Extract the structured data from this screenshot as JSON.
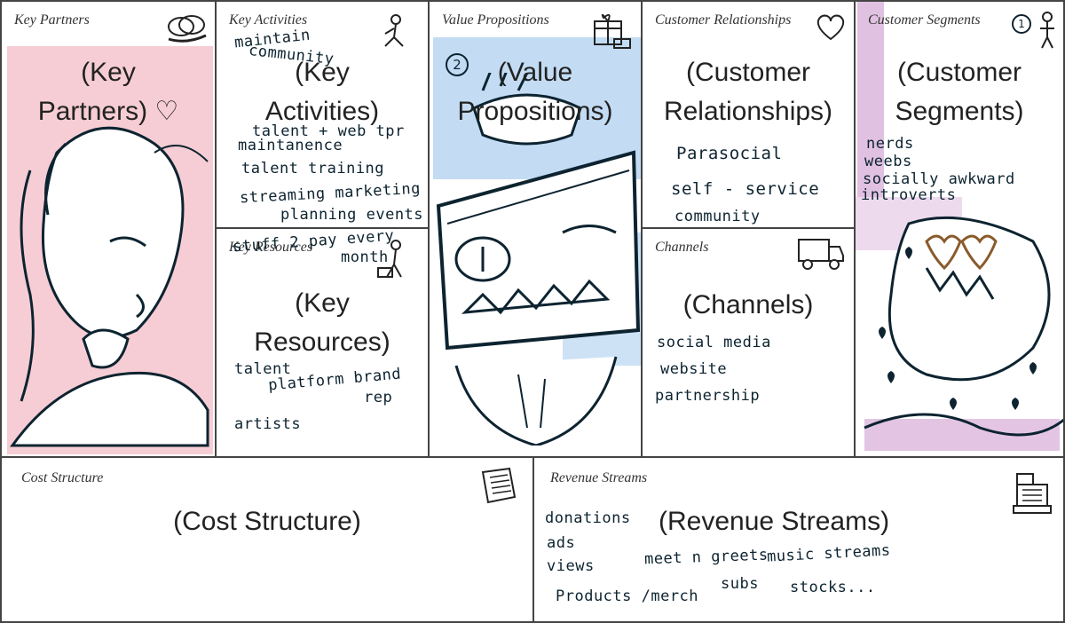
{
  "canvas": {
    "key_partners": {
      "header": "Key Partners",
      "placeholder_line1": "(Key",
      "placeholder_line2": "Partners)",
      "heart": "♡"
    },
    "key_activities": {
      "header": "Key Activities",
      "placeholder_line1": "(Key",
      "placeholder_line2": "Activities)",
      "notes": [
        "maintain",
        "community",
        "talent + web tpr",
        "maintanence",
        "talent training",
        "streaming marketing",
        "planning events"
      ]
    },
    "key_resources": {
      "header": "Key Resources",
      "placeholder_line1": "(Key",
      "placeholder_line2": "Resources)",
      "notes": [
        "stuff 2 pay every",
        "month",
        "talent",
        "platform brand",
        "rep",
        "artists"
      ]
    },
    "value_propositions": {
      "header": "Value Propositions",
      "placeholder_line1": "(Value",
      "placeholder_line2": "Propositions)",
      "number": "2"
    },
    "customer_relationships": {
      "header": "Customer Relationships",
      "placeholder_line1": "(Customer",
      "placeholder_line2": "Relationships)",
      "notes": [
        "Parasocial",
        "self - service",
        "community"
      ]
    },
    "channels": {
      "header": "Channels",
      "placeholder": "(Channels)",
      "notes": [
        "social media",
        "website",
        "partnership"
      ]
    },
    "customer_segments": {
      "header": "Customer Segments",
      "placeholder_line1": "(Customer",
      "placeholder_line2": "Segments)",
      "number": "1",
      "notes": [
        "nerds",
        "weebs",
        "socially awkward",
        "introverts"
      ]
    },
    "cost_structure": {
      "header": "Cost Structure",
      "placeholder": "(Cost Structure)"
    },
    "revenue_streams": {
      "header": "Revenue Streams",
      "placeholder": "(Revenue Streams)",
      "notes": [
        "donations",
        "ads",
        "views",
        "meet n greets",
        "music streams",
        "Products /merch",
        "subs",
        "stocks..."
      ]
    }
  },
  "colors": {
    "border": "#444444",
    "ink": "#0d2330",
    "pink_wash": "#f4c4cc",
    "blue_wash": "#b9d6f2",
    "lilac_wash": "#dcb6dc",
    "brown_ink": "#8a5a2b"
  }
}
